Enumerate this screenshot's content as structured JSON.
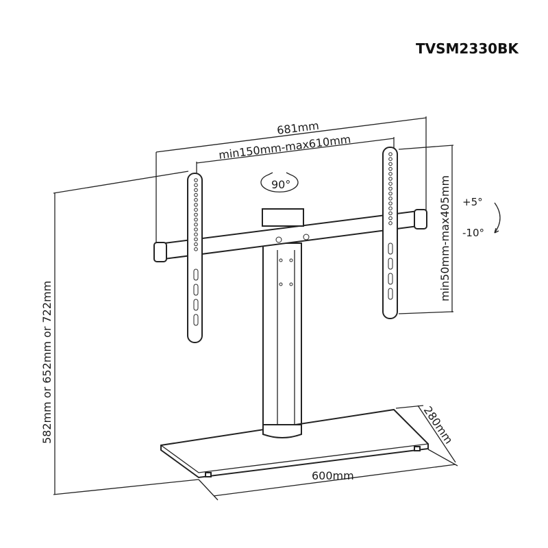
{
  "model": "TVSM2330BK",
  "dimensions": {
    "overall_width": "681mm",
    "vesa_horizontal": "min150mm-max610mm",
    "vesa_vertical": "min50mm-max405mm",
    "height": "582mm or 652mm or 722mm",
    "base_width": "600mm",
    "base_depth": "280mm"
  },
  "rotation": "90°",
  "tilt": {
    "up": "+5°",
    "down": "-10°"
  }
}
